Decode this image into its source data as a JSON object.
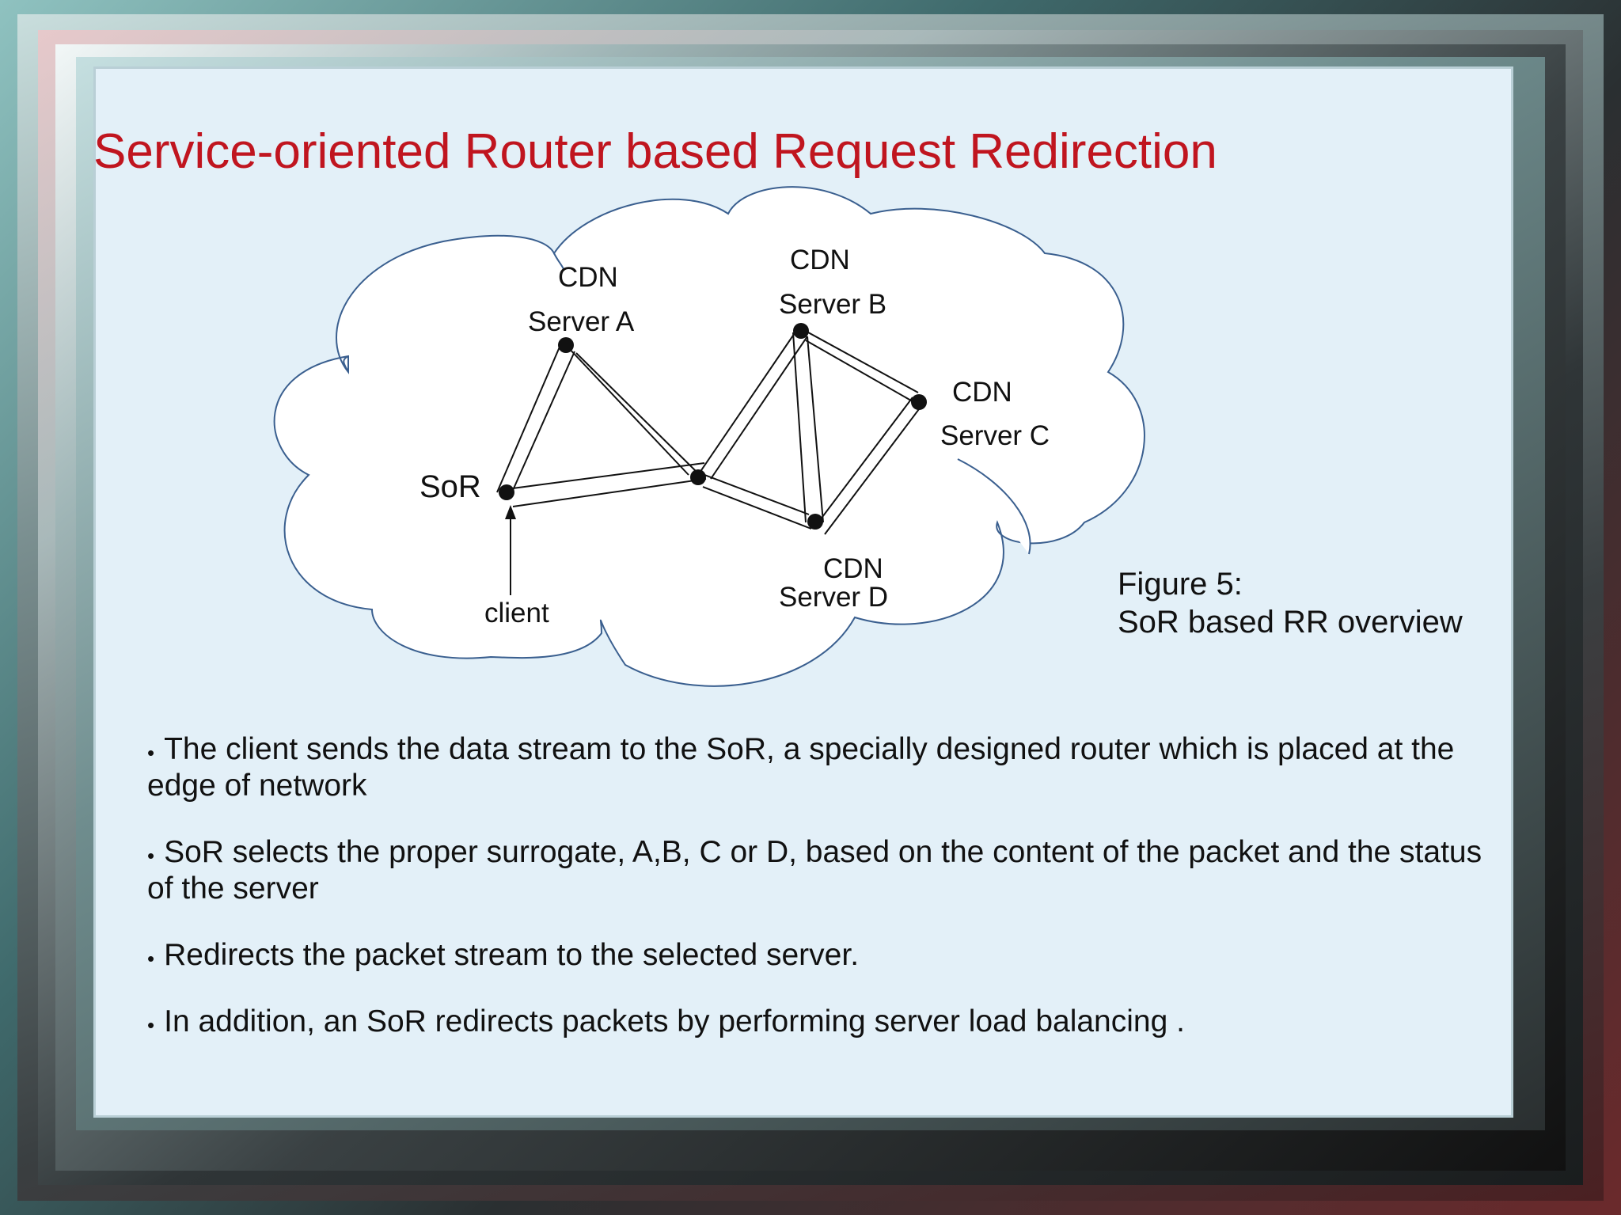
{
  "slide": {
    "title": "Service-oriented Router based Request Redirection",
    "caption_line1": "Figure 5:",
    "caption_line2": "SoR based RR overview"
  },
  "diagram": {
    "labels": {
      "server_a_cdn": "CDN",
      "server_a_name": "Server A",
      "server_b_cdn": "CDN",
      "server_b_name": "Server B",
      "server_c_cdn": "CDN",
      "server_c_name": "Server C",
      "server_d_cdn": "CDN",
      "server_d_name": "Server D",
      "sor": "SoR",
      "client": "client"
    }
  },
  "bullets": [
    "The client sends the data stream to the SoR, a specially designed router which is placed at the edge of network",
    "SoR selects the proper surrogate, A,B, C or D, based on the content of the packet and the status of the server",
    "Redirects the packet stream to the selected server.",
    "In addition, an SoR redirects packets by performing server load balancing ."
  ],
  "colors": {
    "title": "#c0151f",
    "slide_background": "#e3f0f8",
    "cloud_outline": "#3a5f8f"
  }
}
